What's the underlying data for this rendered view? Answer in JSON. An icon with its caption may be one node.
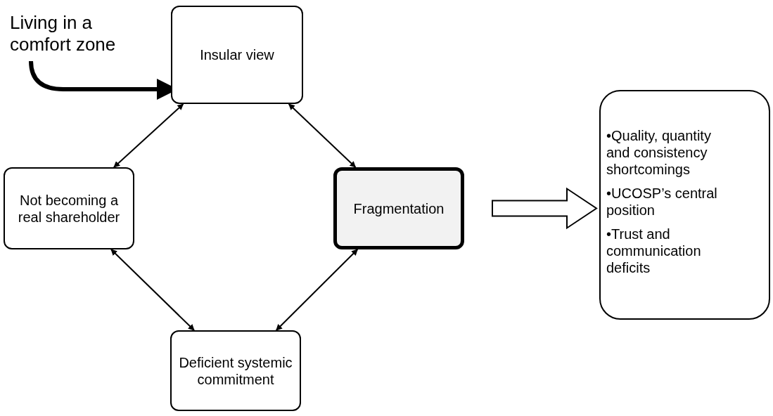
{
  "diagram": {
    "nodes": [
      {
        "text": [
          "Living in a comfort zone"
        ]
      },
      {
        "text": [
          "Insular view"
        ]
      },
      {
        "text": [
          "Not becoming a real shareholder"
        ]
      },
      {
        "text": [
          "Fragmentation"
        ]
      },
      {
        "text": [
          "Deficient systemic commitment"
        ]
      },
      {
        "text": [
          "•Quality, quantity and consistency shortcomings",
          "•UCOSP’s central position",
          "•Trust and communication deficits"
        ]
      }
    ],
    "edges": [
      {
        "from": 0,
        "to": 1,
        "arrow": "to",
        "style": "thick"
      },
      {
        "from": 1,
        "to": 2,
        "arrow": "both"
      },
      {
        "from": 1,
        "to": 3,
        "arrow": "both"
      },
      {
        "from": 2,
        "to": 4,
        "arrow": "both"
      },
      {
        "from": 3,
        "to": 4,
        "arrow": "both"
      },
      {
        "from": 3,
        "to": 5,
        "arrow": "to"
      }
    ]
  }
}
